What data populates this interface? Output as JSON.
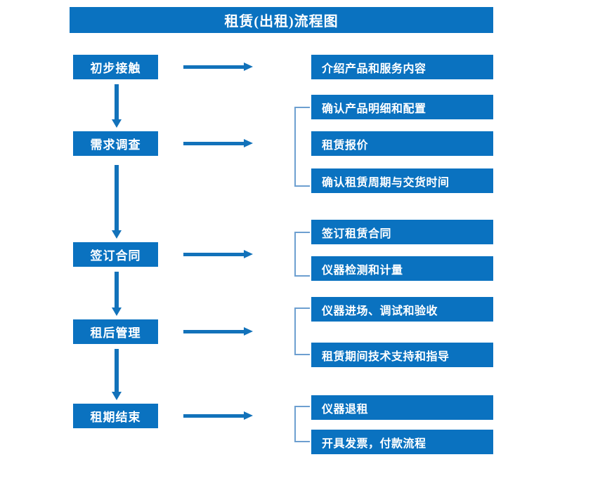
{
  "title": {
    "text": "租赁(出租)流程图"
  },
  "colors": {
    "box_fill": "#0a72c0",
    "box_text": "#ffffff",
    "arrow": "#1272ba",
    "bracket": "#6d9fd0",
    "background": "#ffffff"
  },
  "stages": [
    {
      "label": "初步接触"
    },
    {
      "label": "需求调查"
    },
    {
      "label": "签订合同"
    },
    {
      "label": "租后管理"
    },
    {
      "label": "租期结束"
    }
  ],
  "details": [
    {
      "label": "介绍产品和服务内容"
    },
    {
      "label": "确认产品明细和配置"
    },
    {
      "label": "租赁报价"
    },
    {
      "label": "确认租赁周期与交货时间"
    },
    {
      "label": "签订租赁合同"
    },
    {
      "label": "仪器检测和计量"
    },
    {
      "label": "仪器进场、调试和验收"
    },
    {
      "label": "租赁期间技术支持和指导"
    },
    {
      "label": "仪器退租"
    },
    {
      "label": "开具发票，付款流程"
    }
  ],
  "connectors": {
    "horizontal_arrow_count": 5,
    "vertical_arrow_count": 4,
    "bracket_count": 4
  }
}
